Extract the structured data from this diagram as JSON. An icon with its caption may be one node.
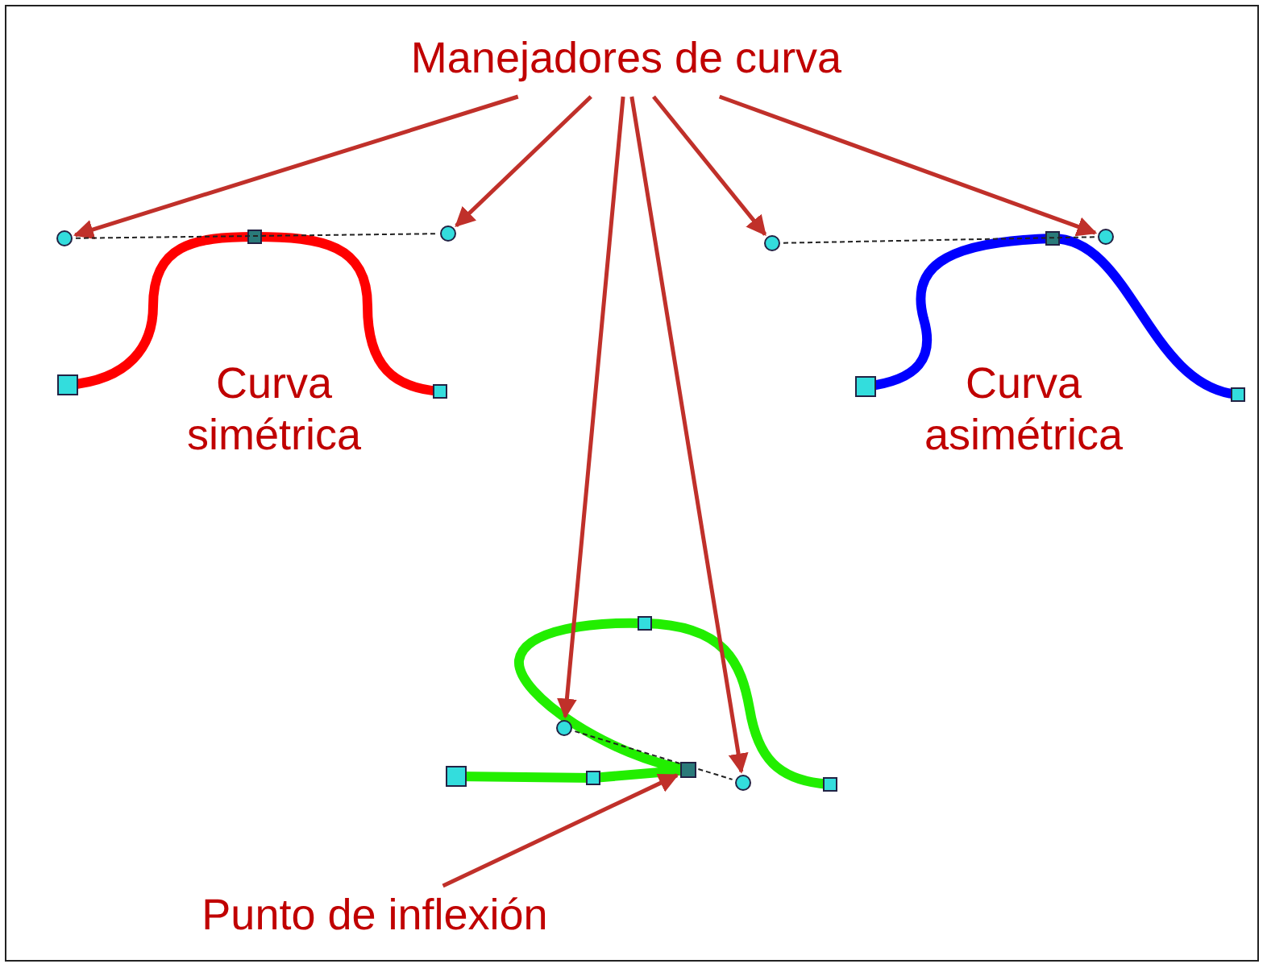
{
  "diagram": {
    "nodes": [
      {
        "text": [
          "Manejadores de curva"
        ]
      },
      {
        "text": [],
        "shape": "circle"
      },
      {
        "text": [],
        "shape": "circle"
      },
      {
        "text": [],
        "shape": "circle"
      },
      {
        "text": [],
        "shape": "circle"
      },
      {
        "text": [],
        "shape": "circle"
      },
      {
        "text": [],
        "shape": "circle"
      },
      {
        "text": [
          "Punto de inflexión"
        ]
      },
      {
        "text": [],
        "shape": "box"
      }
    ],
    "edges": [
      {
        "from": 0,
        "to": 1,
        "arrow": "to"
      },
      {
        "from": 0,
        "to": 2,
        "arrow": "to"
      },
      {
        "from": 0,
        "to": 3,
        "arrow": "to"
      },
      {
        "from": 0,
        "to": 4,
        "arrow": "to"
      },
      {
        "from": 0,
        "to": 5,
        "arrow": "to"
      },
      {
        "from": 0,
        "to": 6,
        "arrow": "to"
      },
      {
        "from": 7,
        "to": 8,
        "arrow": "to"
      },
      {
        "from": 1,
        "to": 2,
        "arrow": "none",
        "style": "dashed",
        "color": "#222222"
      },
      {
        "from": 3,
        "to": 4,
        "arrow": "none",
        "style": "dashed",
        "color": "#222222"
      },
      {
        "from": 5,
        "to": 6,
        "arrow": "none",
        "style": "dashed",
        "color": "#222222"
      }
    ],
    "labels": [
      "Curva simétrica",
      "Curva asimétrica"
    ]
  }
}
